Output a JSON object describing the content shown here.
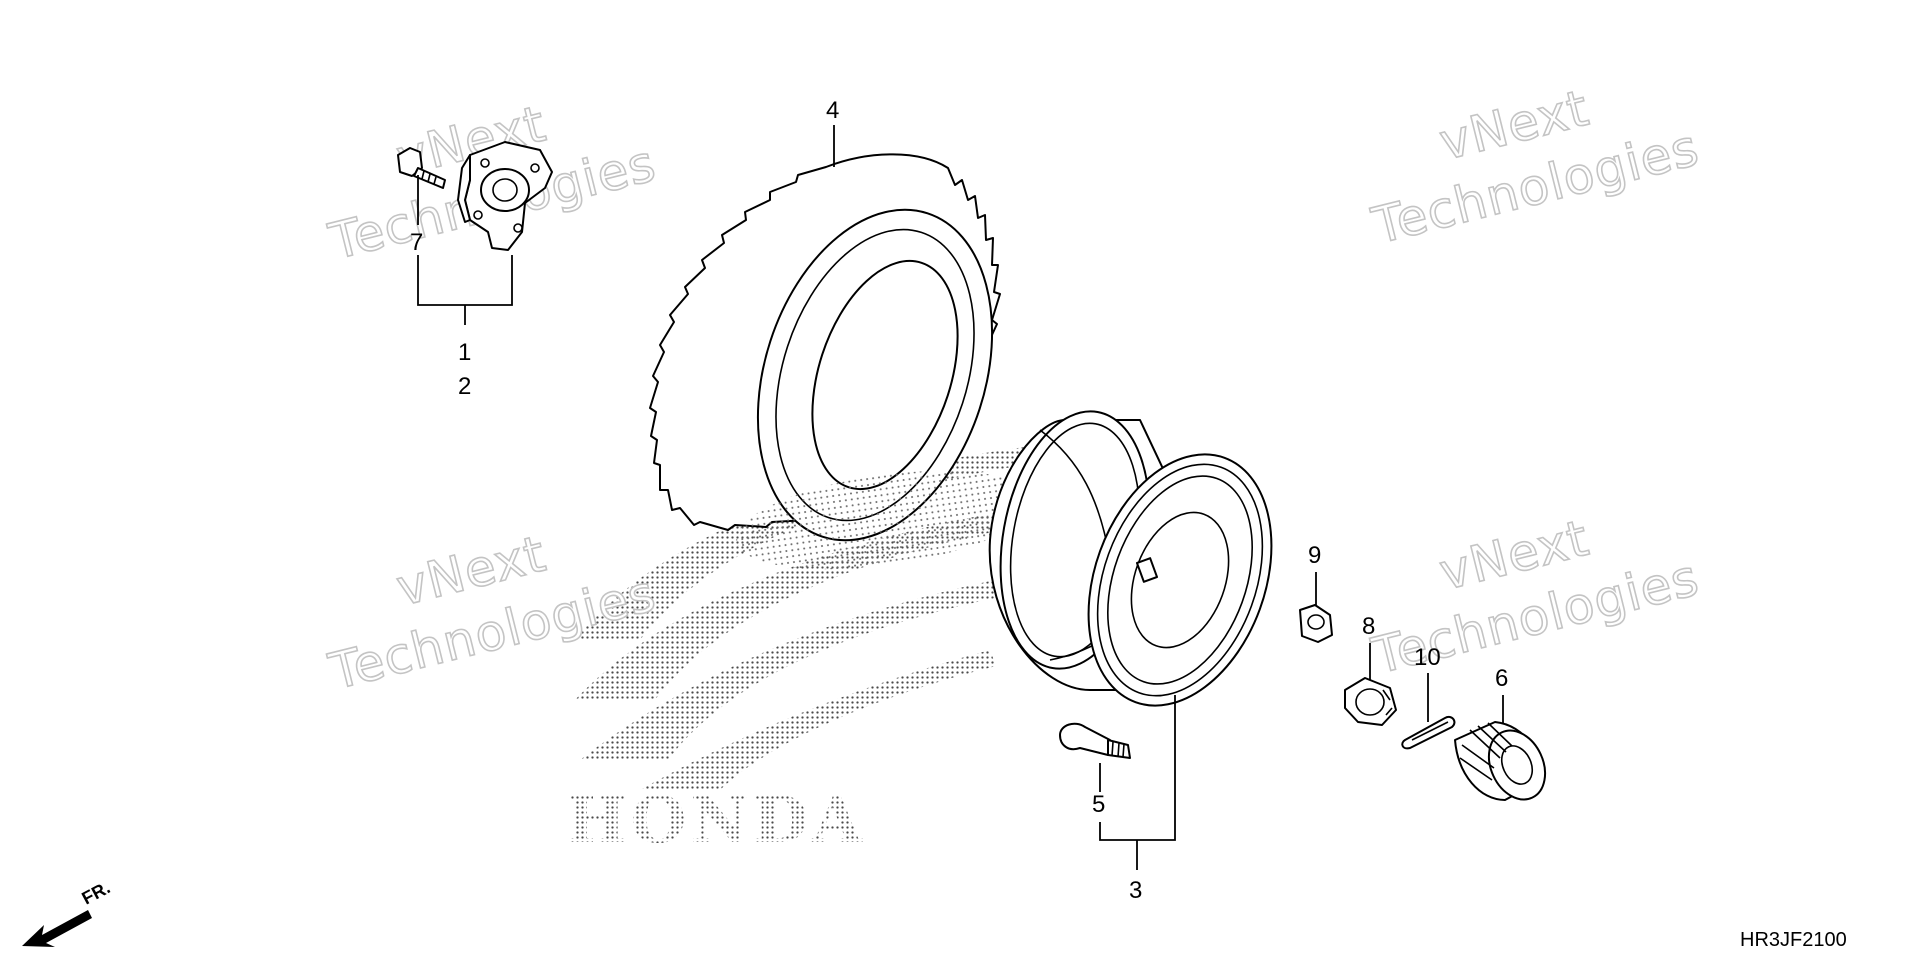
{
  "watermark": {
    "line1": "vNext",
    "line2": "Technologies"
  },
  "logo": {
    "text": "HONDA"
  },
  "callouts": [
    {
      "id": "1",
      "label": "1"
    },
    {
      "id": "2",
      "label": "2"
    },
    {
      "id": "3",
      "label": "3"
    },
    {
      "id": "4",
      "label": "4"
    },
    {
      "id": "5",
      "label": "5"
    },
    {
      "id": "6",
      "label": "6"
    },
    {
      "id": "7",
      "label": "7"
    },
    {
      "id": "8",
      "label": "8"
    },
    {
      "id": "9",
      "label": "9"
    },
    {
      "id": "10",
      "label": "10"
    }
  ],
  "direction": {
    "label": "FR."
  },
  "diagram_code": "HR3JF2100"
}
